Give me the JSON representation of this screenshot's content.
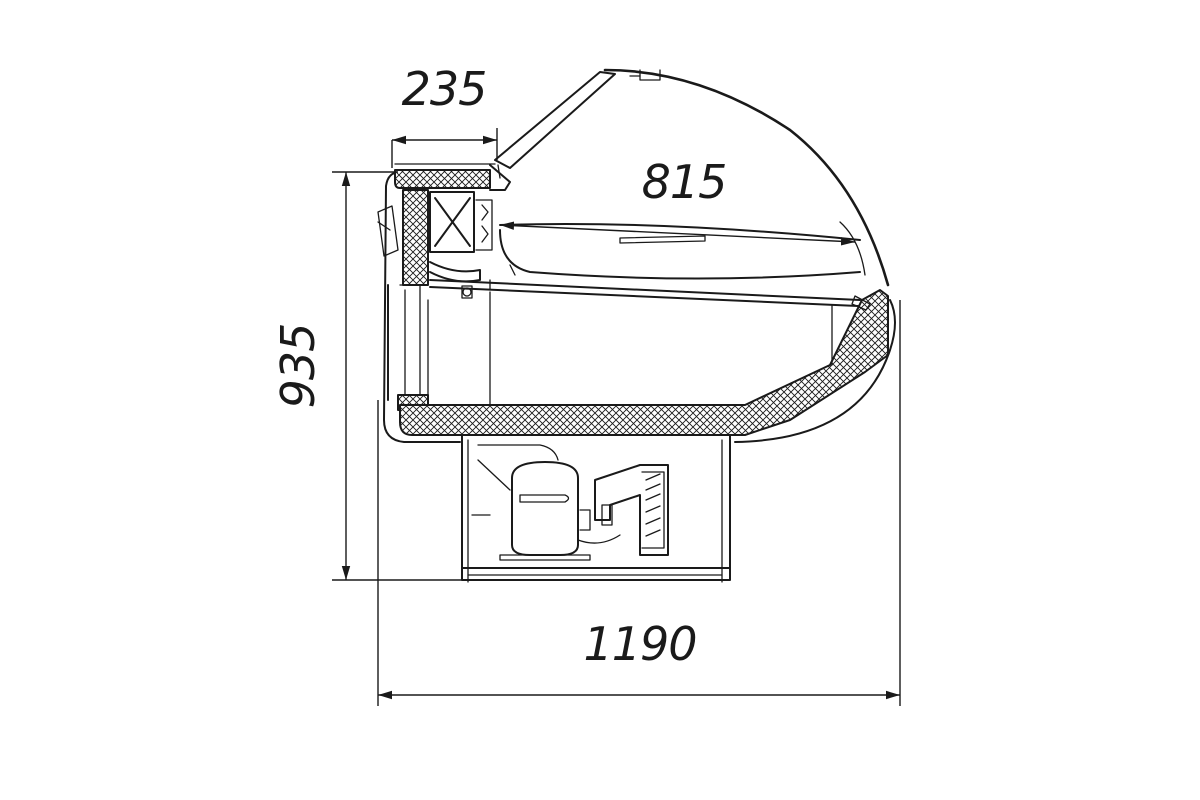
{
  "dimensions": {
    "top_width": "235",
    "shelf_depth": "815",
    "height": "935",
    "total_width": "1190"
  },
  "colors": {
    "line": "#1a1a1a",
    "background": "#ffffff"
  }
}
